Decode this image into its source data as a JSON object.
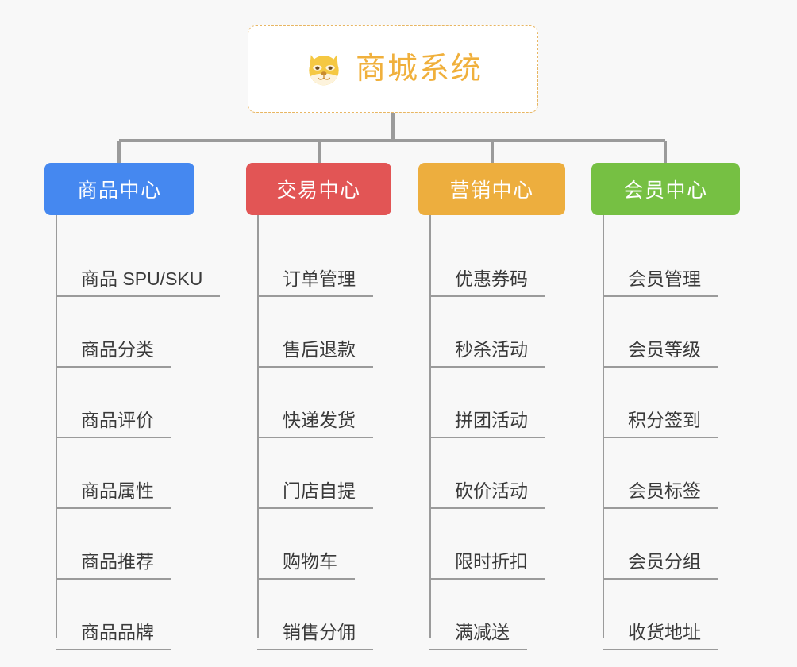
{
  "page": {
    "background_color": "#f8f8f8",
    "type": "mindmap"
  },
  "root": {
    "title": "商城系统",
    "icon": "dog-face-icon",
    "text_color": "#f0b03c",
    "border_color": "#e8b662",
    "background_color": "#ffffff"
  },
  "branches": [
    {
      "label": "商品中心",
      "color": "#4588f0",
      "items": [
        "商品 SPU/SKU",
        "商品分类",
        "商品评价",
        "商品属性",
        "商品推荐",
        "商品品牌"
      ]
    },
    {
      "label": "交易中心",
      "color": "#e25555",
      "items": [
        "订单管理",
        "售后退款",
        "快递发货",
        "门店自提",
        "购物车",
        "销售分佣"
      ]
    },
    {
      "label": "营销中心",
      "color": "#edae3e",
      "items": [
        "优惠券码",
        "秒杀活动",
        "拼团活动",
        "砍价活动",
        "限时折扣",
        "满减送"
      ]
    },
    {
      "label": "会员中心",
      "color": "#76c043",
      "items": [
        "会员管理",
        "会员等级",
        "积分签到",
        "会员标签",
        "会员分组",
        "收货地址"
      ]
    }
  ],
  "connector": {
    "color": "#9b9b9b"
  }
}
